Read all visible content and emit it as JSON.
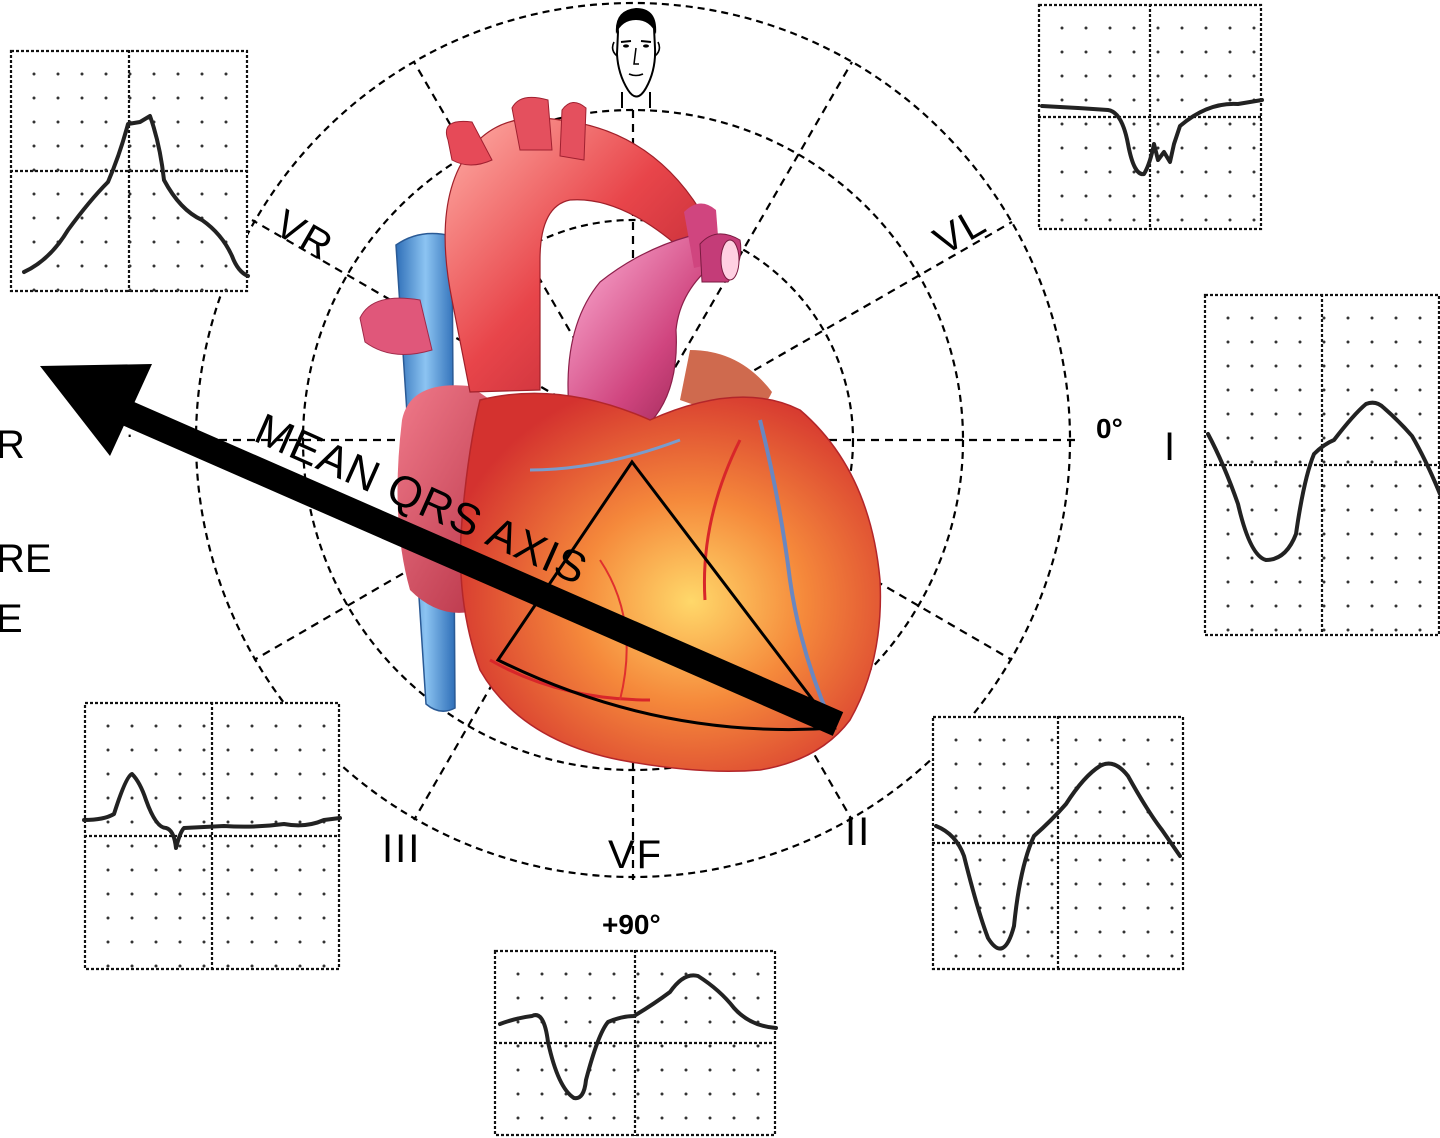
{
  "leads": {
    "vr": "VR",
    "vl": "VL",
    "i": "I",
    "ii": "II",
    "iii": "III",
    "vf": "VF"
  },
  "degrees": {
    "zero": "0°",
    "plus90": "+90°"
  },
  "axis_label": "MEAN QRS AXIS",
  "left_edge_text": {
    "line1": "R",
    "line2": "RE",
    "line3": "E"
  },
  "colors": {
    "arrow": "#000000",
    "heart": "#e0453a",
    "vein": "#4a9be0"
  },
  "icons": {
    "head": "face-icon",
    "heart": "heart-illustration"
  }
}
